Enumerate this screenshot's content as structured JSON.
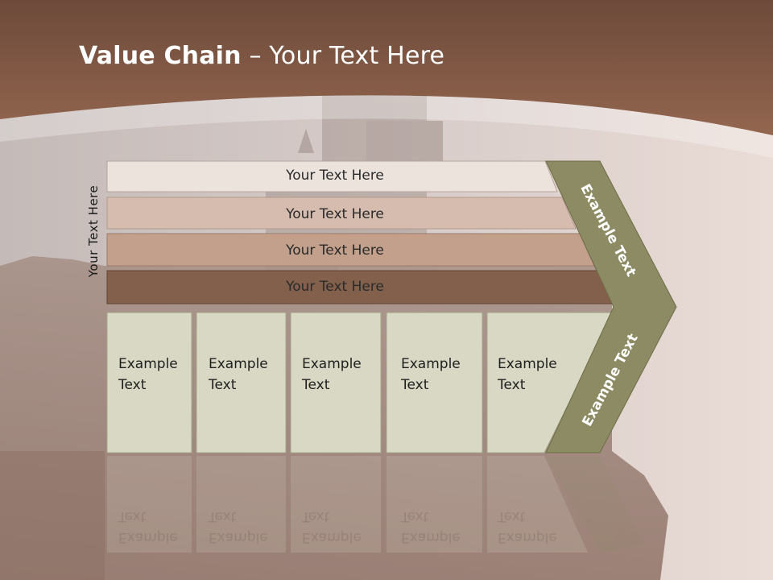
{
  "title": {
    "bold": "Value Chain",
    "rest": " – Your Text Here"
  },
  "side_label": "Your Text Here",
  "bars": [
    {
      "label": "Your Text Here",
      "color": "#ede3dd"
    },
    {
      "label": "Your Text Here",
      "color": "#d6bcae"
    },
    {
      "label": "Your Text Here",
      "color": "#c2a08b"
    },
    {
      "label": "Your Text Here",
      "color": "#83604b"
    }
  ],
  "boxes": [
    {
      "label": "Example\nText"
    },
    {
      "label": "Example\nText"
    },
    {
      "label": "Example\nText"
    },
    {
      "label": "Example\nText"
    },
    {
      "label": "Example\nText"
    }
  ],
  "chevron": {
    "upper_label": "Example Text",
    "lower_label": "Example Text",
    "color": "#8c8b63"
  },
  "colors": {
    "header": "#7c5644",
    "box_fill": "#d8d8c4",
    "box_border": "#a6a38a"
  }
}
